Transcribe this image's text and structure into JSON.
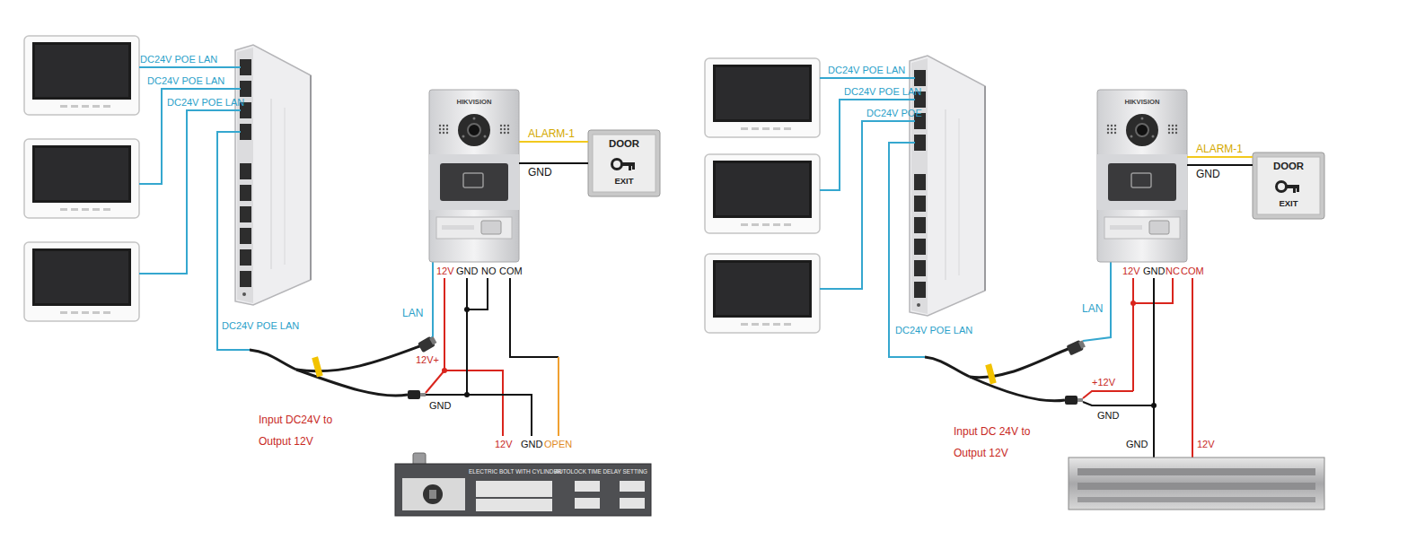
{
  "diagram": {
    "nodes": [
      {
        "text": [
          "HIKVISION"
        ]
      },
      {
        "text": [
          "DOOR",
          "EXIT"
        ]
      },
      {
        "text": [
          "ELECTRIC BOLT WITH CYLINDER",
          "AUTOLOCK TIME DELAY SETTING"
        ]
      },
      {
        "text": [
          "HIKVISION"
        ]
      },
      {
        "text": [
          "DOOR",
          "EXIT"
        ]
      }
    ],
    "edges": [
      {
        "from": 0,
        "to": 1,
        "label": "ALARM-1",
        "arrow": "none"
      },
      {
        "from": 0,
        "to": 1,
        "label": "GND",
        "arrow": "none"
      },
      {
        "from": 3,
        "to": 4,
        "label": "ALARM-1",
        "arrow": "none"
      },
      {
        "from": 3,
        "to": 4,
        "label": "GND",
        "arrow": "none"
      }
    ],
    "labels": [
      "DC24V POE LAN",
      "DC24V POE LAN",
      "DC24V POE LAN",
      "DC24V POE LAN",
      "LAN",
      "12V",
      "GND",
      "NO",
      "COM",
      "12V+",
      "GND",
      "Input DC24V to",
      "Output  12V",
      "12V",
      "GND",
      "OPEN",
      "DC24V POE LAN",
      "DC24V POE LAN",
      "DC24V POE",
      "DC24V POE LAN",
      "LAN",
      "12V",
      "GND",
      "NC",
      "COM",
      "+12V",
      "GND",
      "Input DC 24V to",
      "Output 12V",
      "GND",
      "12V"
    ]
  }
}
